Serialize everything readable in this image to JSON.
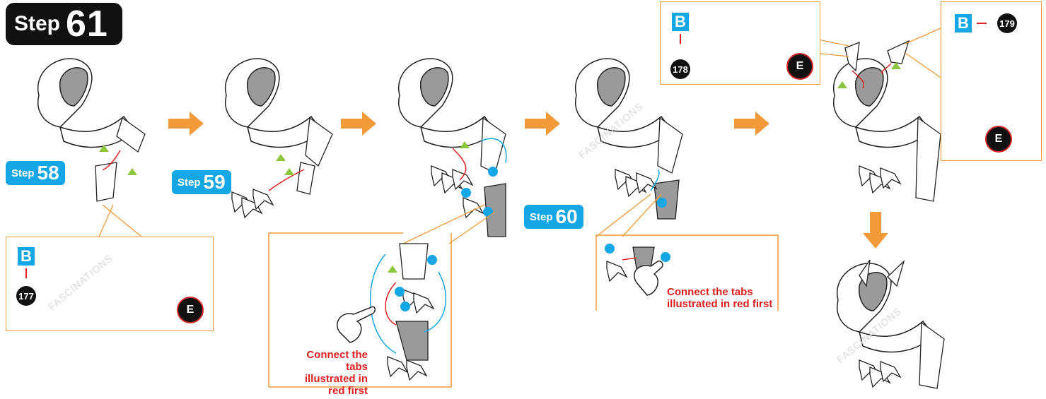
{
  "header": {
    "step_word": "Step",
    "step_number": "61"
  },
  "callouts": [
    {
      "word": "Step",
      "number": "58"
    },
    {
      "word": "Step",
      "number": "59"
    },
    {
      "word": "Step",
      "number": "60"
    }
  ],
  "parts": [
    {
      "sheet": "B",
      "number": "177",
      "side": "E"
    },
    {
      "sheet": "B",
      "number": "178",
      "side": "E"
    },
    {
      "sheet": "B",
      "number": "179",
      "side": "E"
    }
  ],
  "notes": [
    {
      "line1": "Connect the tabs",
      "line2": "illustrated in red first"
    },
    {
      "line1": "Connect the tabs",
      "line2": "illustrated in red first"
    }
  ],
  "watermark": "FASCINATIONS",
  "colors": {
    "orange": "#f39a3a",
    "blue": "#15a6e6",
    "green": "#8cc63f",
    "red": "#e02020",
    "yellow": "#f7e53b"
  }
}
